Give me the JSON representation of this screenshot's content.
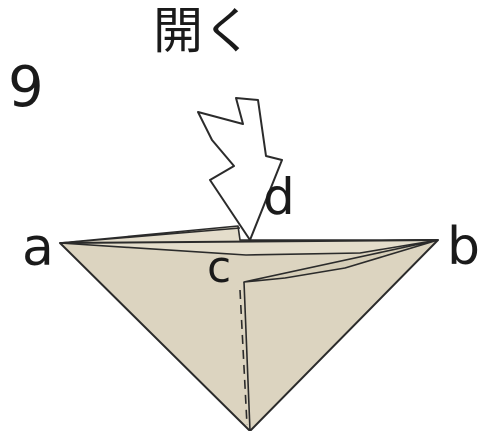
{
  "instruction": "開く",
  "step_number": "9",
  "points": {
    "a": "a",
    "b": "b",
    "c": "c",
    "d": "d"
  },
  "colors": {
    "paper": "#dcd4c0",
    "paper_inner": "#d3cab4",
    "line": "#2b2b2b",
    "arrow_fill": "#ffffff"
  },
  "icons": {
    "arrow": "down-arrow-outline"
  }
}
